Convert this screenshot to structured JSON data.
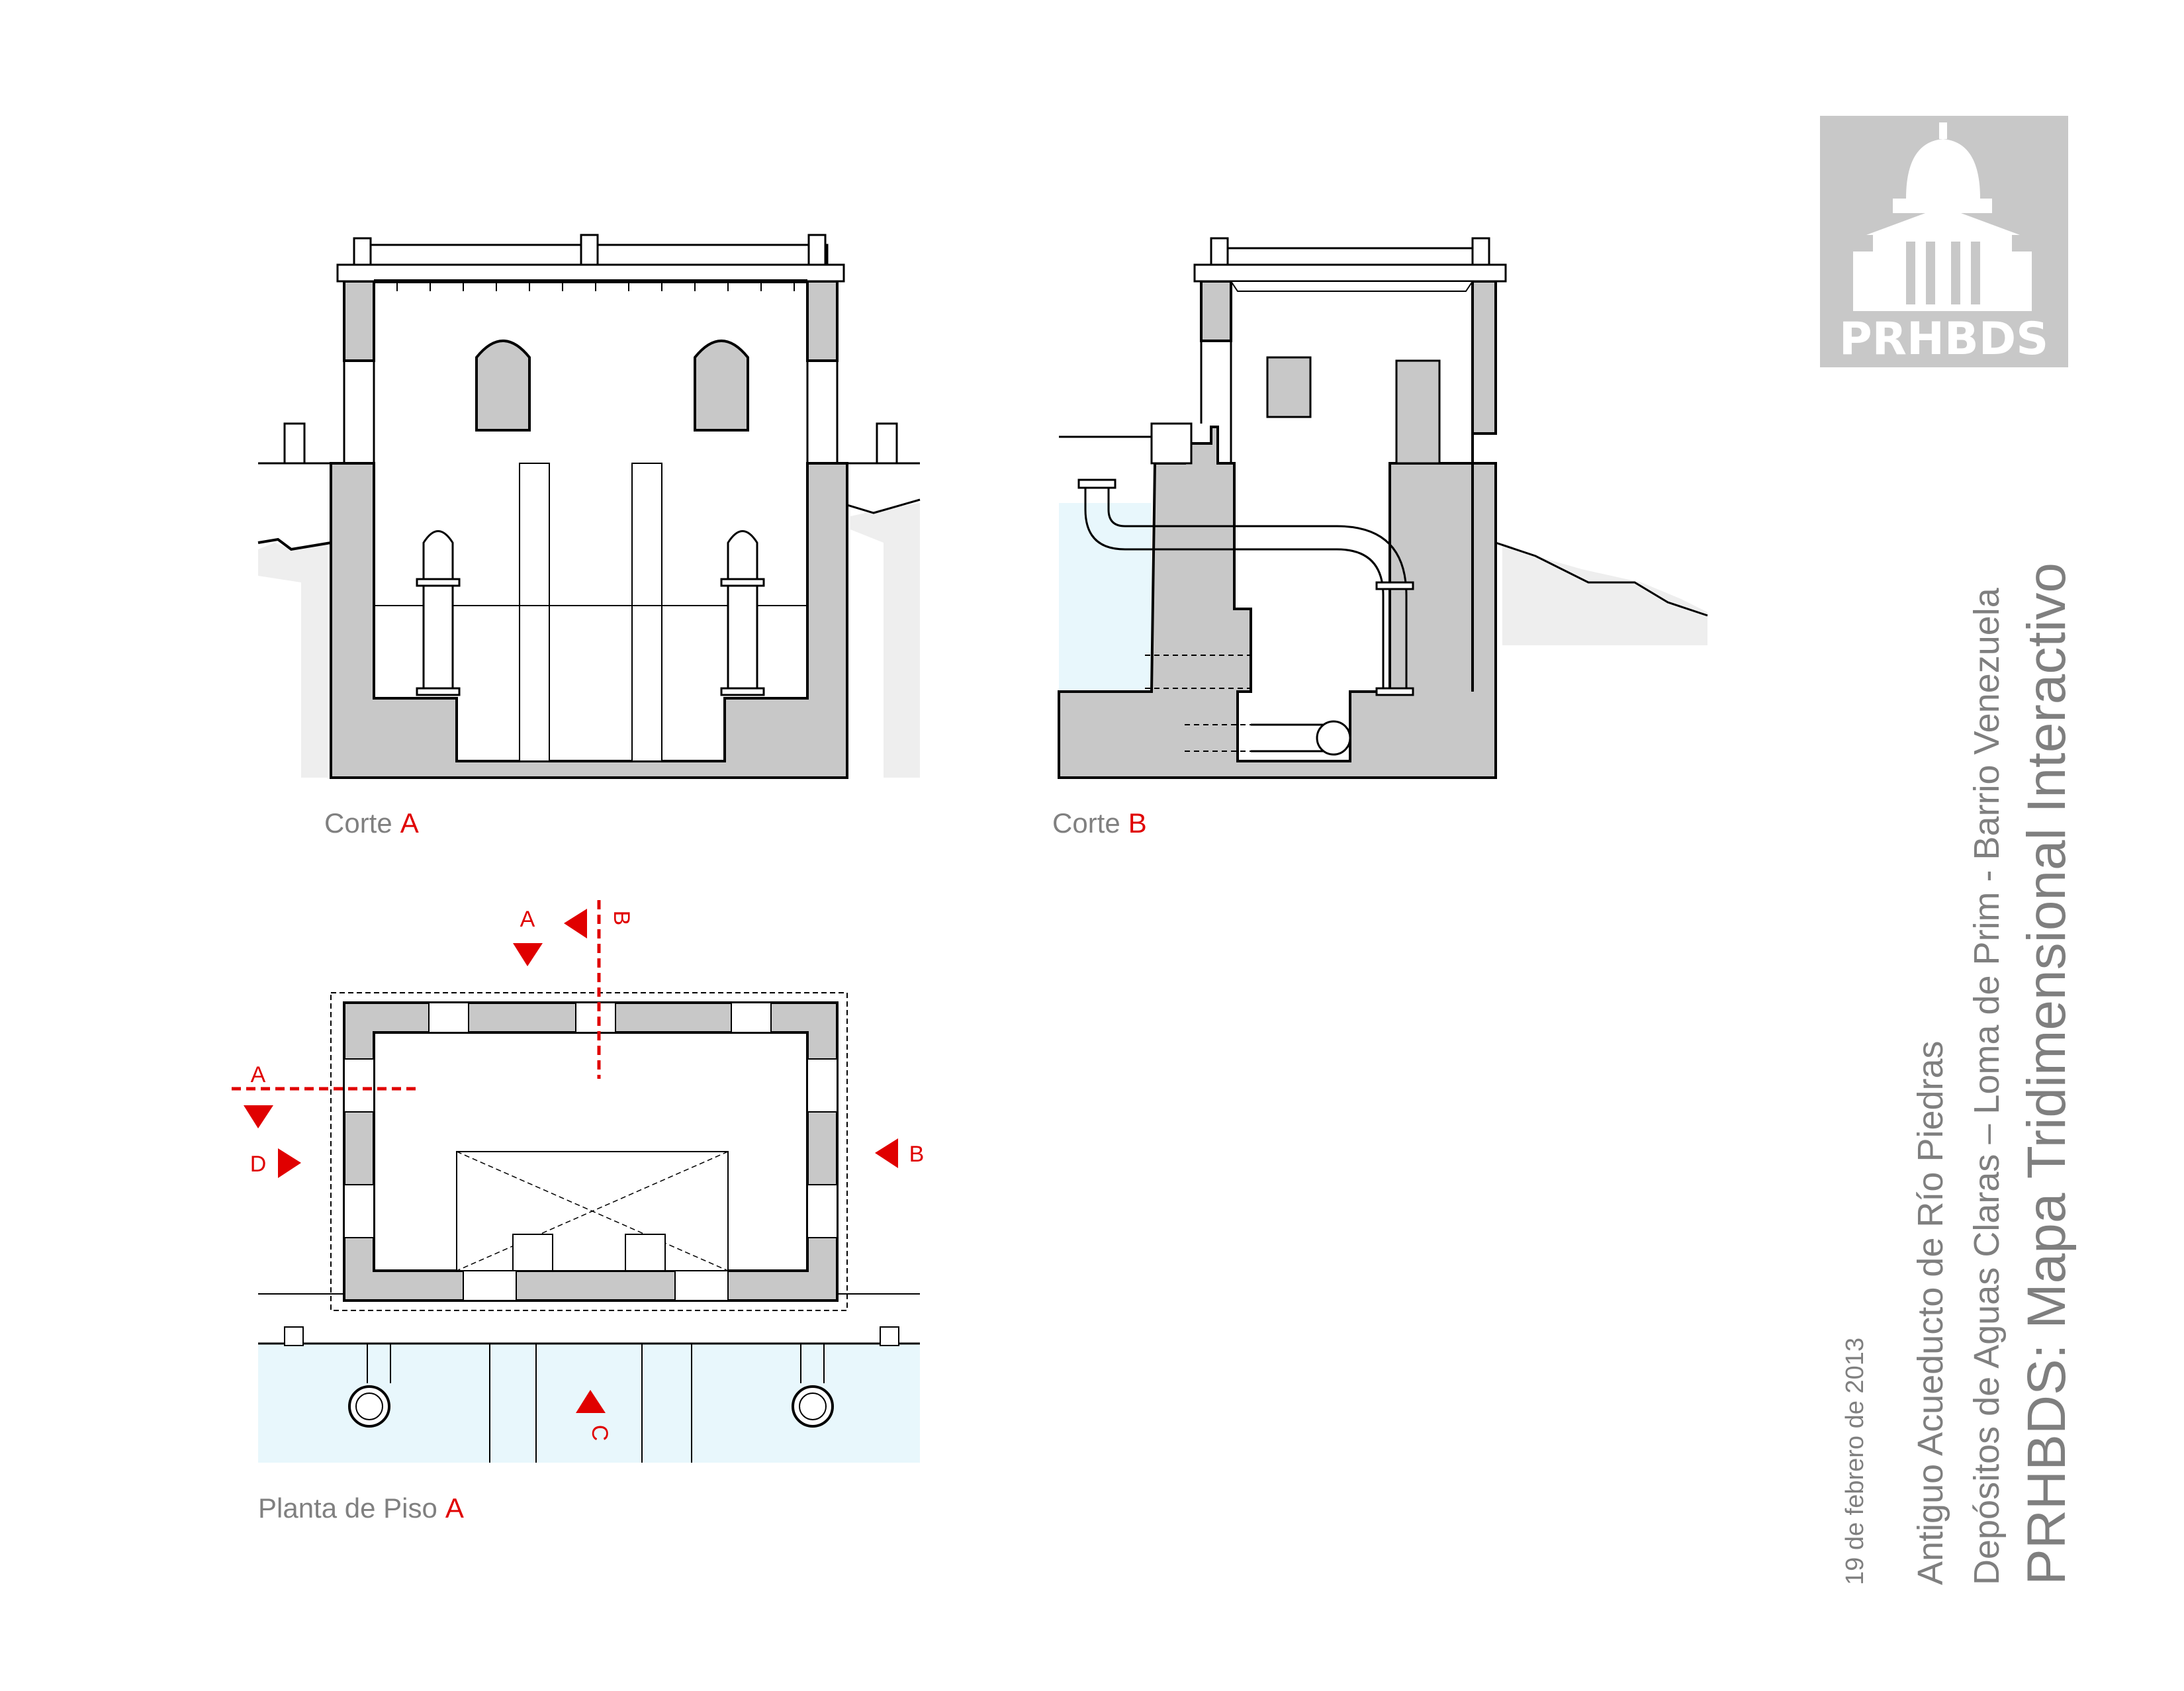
{
  "drawings": {
    "corte_a": {
      "label": "Corte",
      "tag": "A"
    },
    "corte_b": {
      "label": "Corte",
      "tag": "B"
    },
    "planta": {
      "label": "Planta de Piso",
      "tag": "A"
    }
  },
  "section_markers": {
    "a_top": "A",
    "b_top": "B",
    "a_left": "A",
    "d_left": "D",
    "b_right": "B",
    "c_bottom": "C"
  },
  "title_block": {
    "date": "19 de febrero de 2013",
    "project_line1": "Antiguo Acueducto de Río Piedras",
    "project_line2": "Depósitos de Aguas Claras – Loma de Prim - Barrio Venezuela",
    "main_title": "PRHBDS: Mapa Tridimensional Interactivo"
  },
  "logo": {
    "text": "PRHBDS"
  },
  "colors": {
    "accent_red": "#e00000",
    "wall_gray": "#c8c8c8",
    "water_blue": "#e8f7fc",
    "text_gray": "#7f7f7f"
  }
}
